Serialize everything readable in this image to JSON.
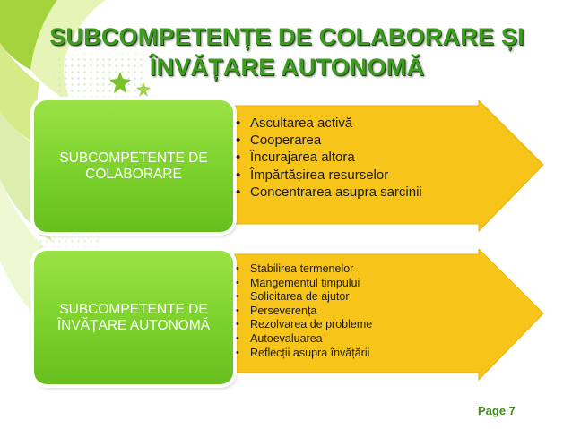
{
  "slide": {
    "title": "SUBCOMPETENȚE DE COLABORARE ȘI ÎNVĂȚARE AUTONOMĂ",
    "page_label": "Page 7"
  },
  "blocks": [
    {
      "label": "SUBCOMPETENTE DE\nCOLABORARE",
      "items": [
        "Ascultarea activă",
        "Cooperarea",
        "Încurajarea altora",
        "Împărtășirea resurselor",
        "Concentrarea asupra sarcinii"
      ]
    },
    {
      "label": "SUBCOMPETENTE DE\nÎNVĂȚARE AUTONOMĂ",
      "items": [
        "Stabilirea termenelor",
        "Mangementul timpului",
        "Solicitarea de ajutor",
        "Perseverența",
        "Rezolvarea de probleme",
        "Autoevaluarea",
        "Reflecții asupra învățării"
      ]
    }
  ],
  "colors": {
    "accent_green": "#7bd12b",
    "title_green": "#3d9c1e",
    "arrow_yellow": "#f7c51a"
  },
  "icons": [
    "swirl-decoration-icon",
    "star-icon",
    "dot-pattern-icon"
  ]
}
